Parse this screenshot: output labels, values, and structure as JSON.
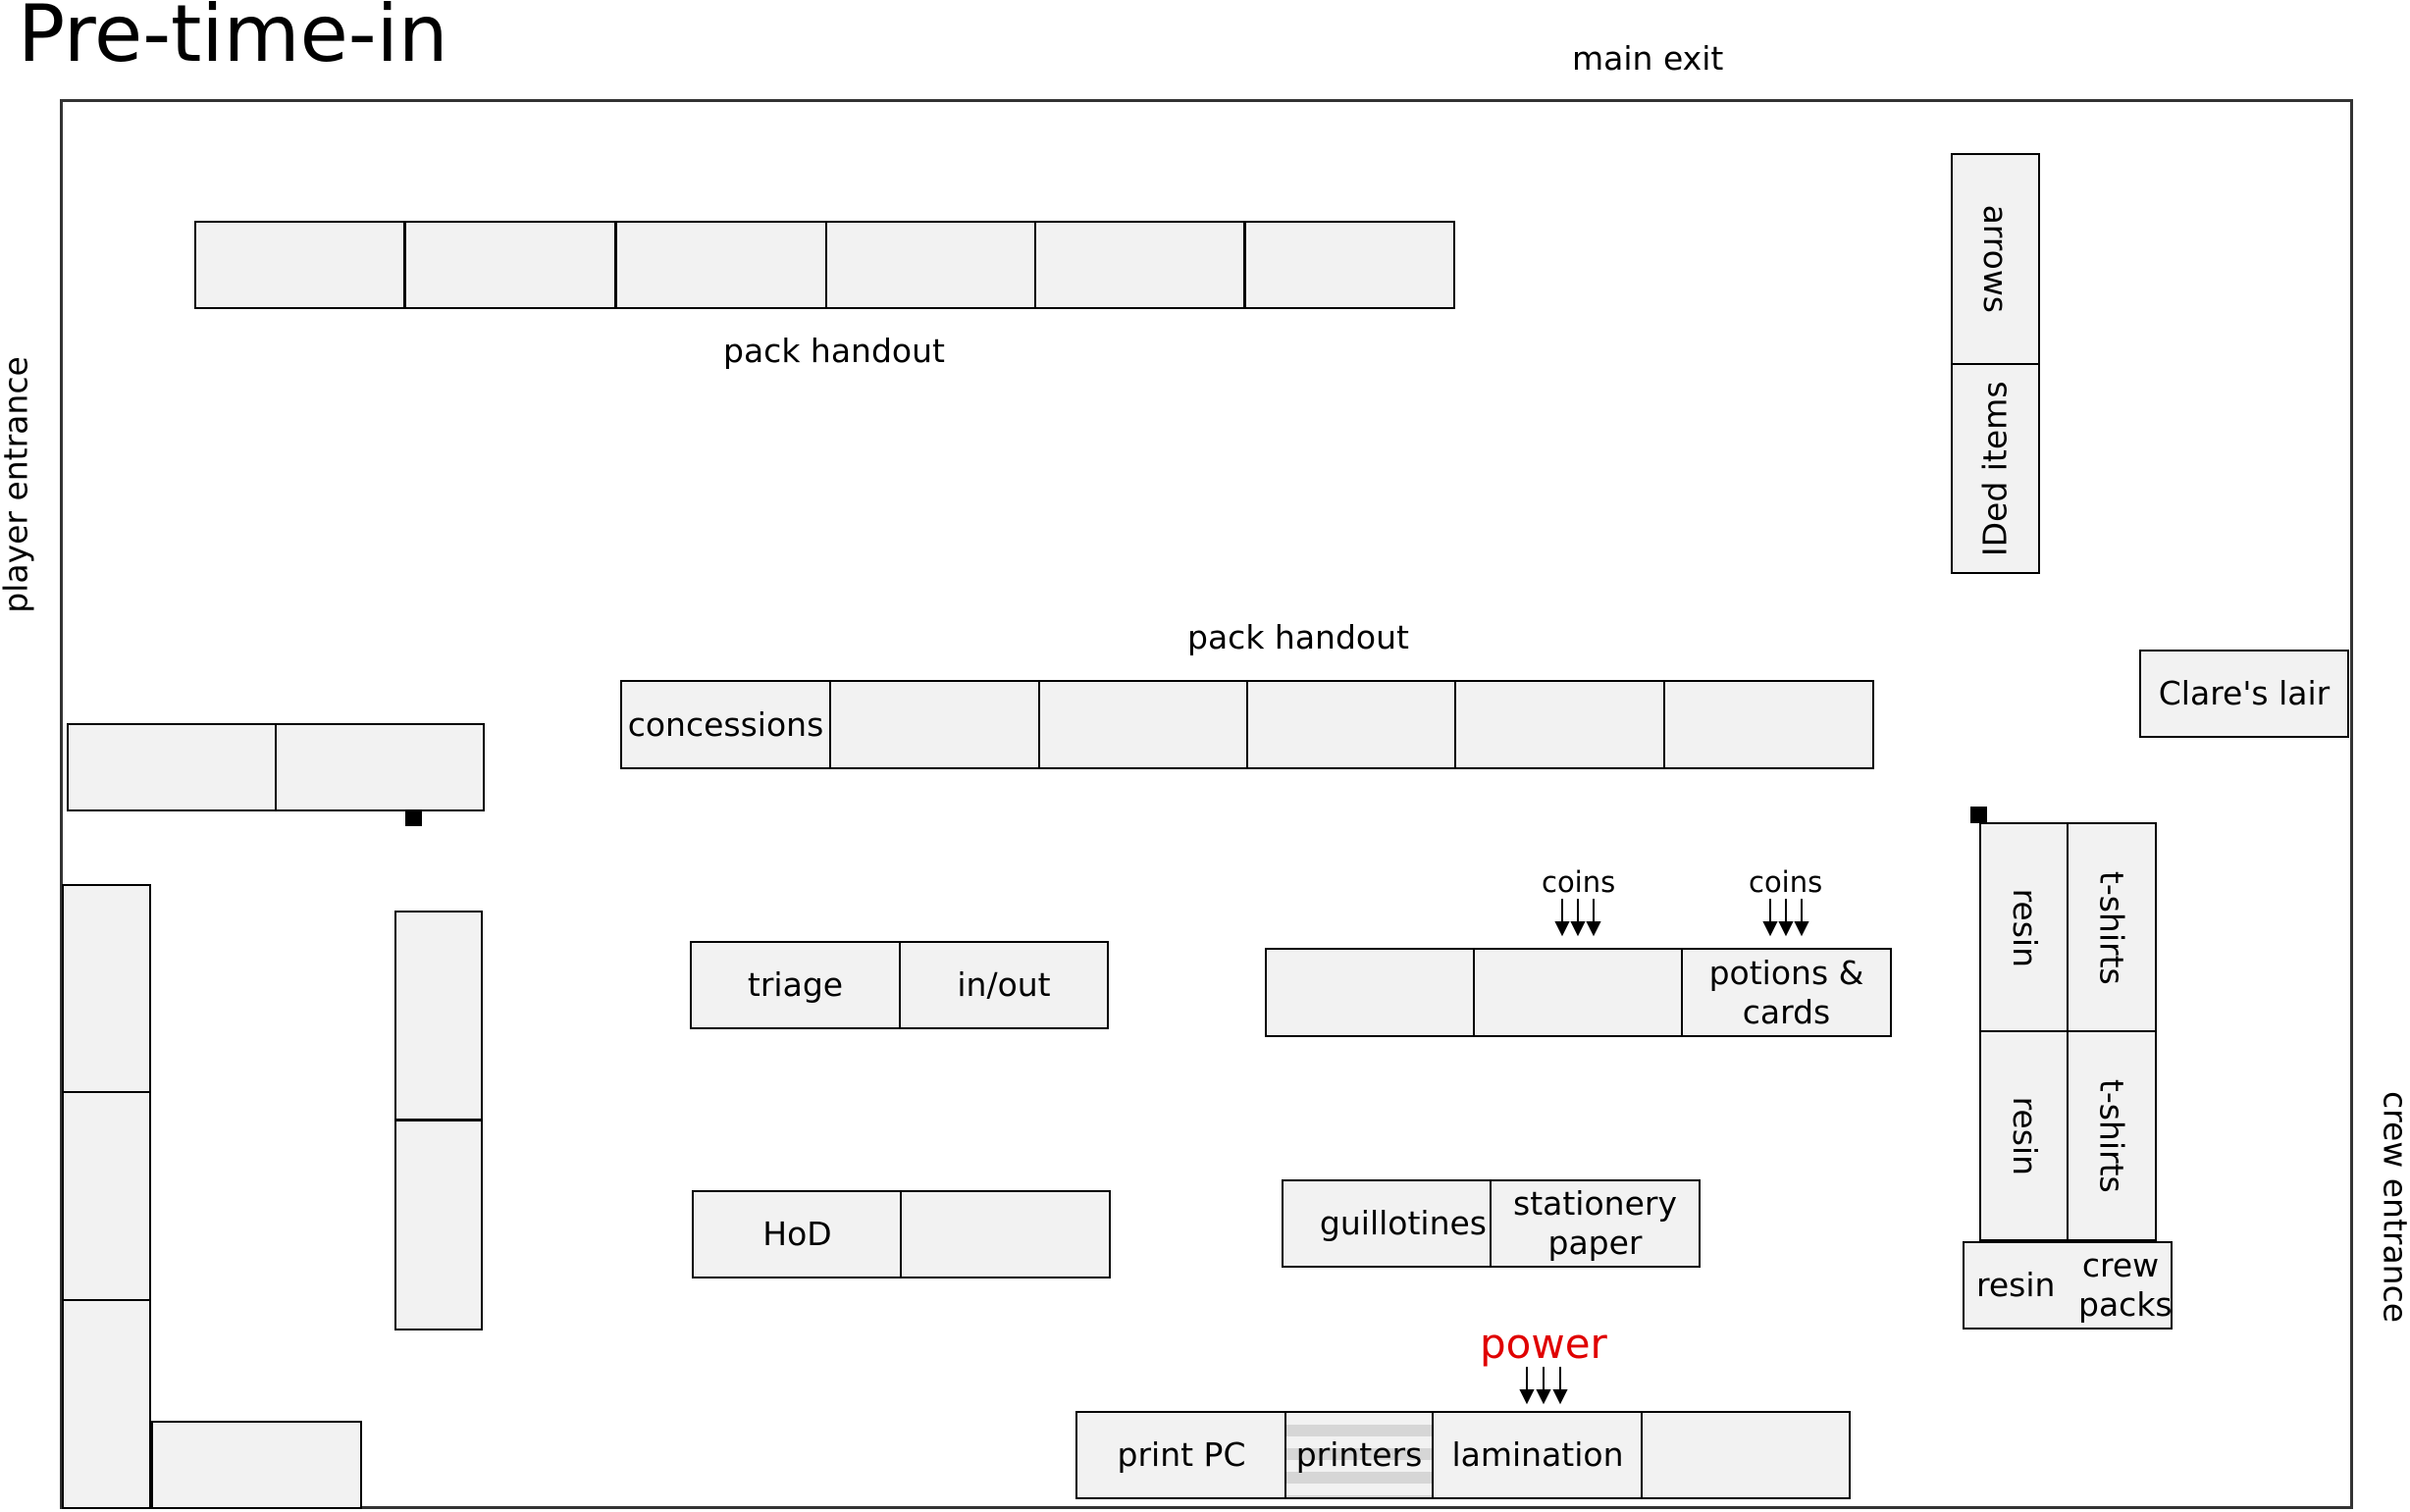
{
  "title": "Pre-time-in",
  "labels": {
    "main_exit": "main exit",
    "player_entrance": "player entrance",
    "crew_entrance": "crew entrance",
    "pack_handout_top": "pack handout",
    "pack_handout_mid": "pack handout",
    "coins_1": "coins",
    "coins_2": "coins",
    "power": "power"
  },
  "tables": {
    "arrows": "arrows",
    "ided_items": "IDed items",
    "clares_lair": "Clare's lair",
    "concessions": "concessions",
    "triage": "triage",
    "in_out": "in/out",
    "potions_cards": "potions & cards",
    "resin_1": "resin",
    "tshirts_1": "t-shirts",
    "resin_2": "resin",
    "tshirts_2": "t-shirts",
    "hod": "HoD",
    "guillotines": "guillotines",
    "stationery_paper": "stationery paper",
    "resin_3": "resin",
    "crew_packs": "crew packs",
    "print_pc": "print PC",
    "printers": "printers",
    "lamination": "lamination"
  },
  "colors": {
    "table_fill": "#f2f2f2",
    "power_label": "#e00000"
  }
}
